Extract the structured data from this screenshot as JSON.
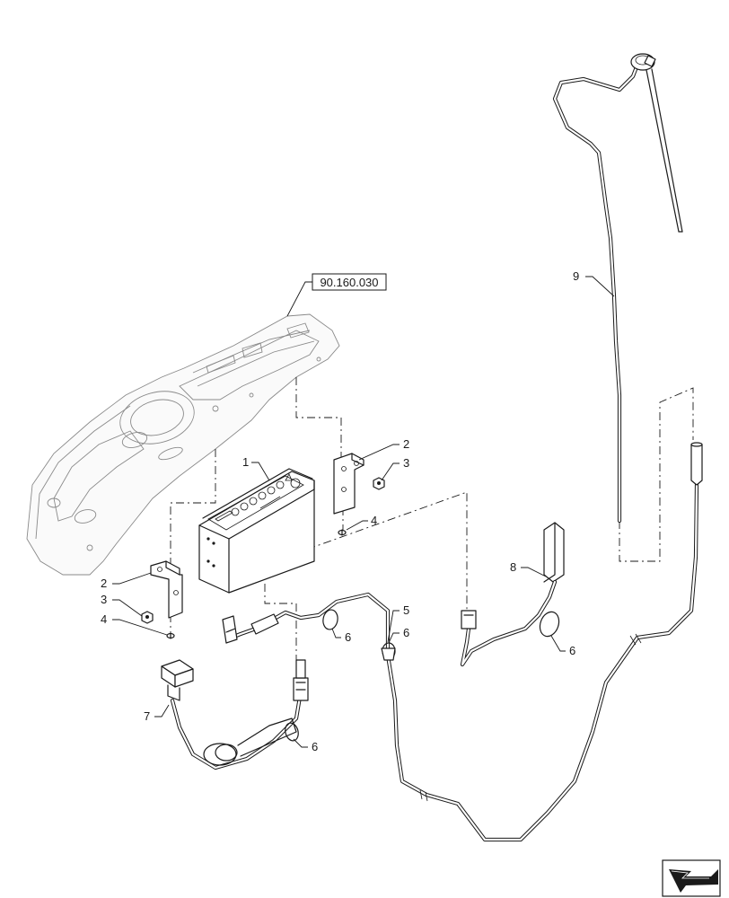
{
  "reference_box": {
    "label": "90.160.030"
  },
  "callouts": {
    "c1": "1",
    "c2a": "2",
    "c2b": "2",
    "c3a": "3",
    "c3b": "3",
    "c4a": "4",
    "c4b": "4",
    "c5": "5",
    "c6a": "6",
    "c6b": "6",
    "c6c": "6",
    "c6d": "6",
    "c7": "7",
    "c8": "8",
    "c9": "9"
  },
  "nav_icon": "next-page-arrow-icon"
}
